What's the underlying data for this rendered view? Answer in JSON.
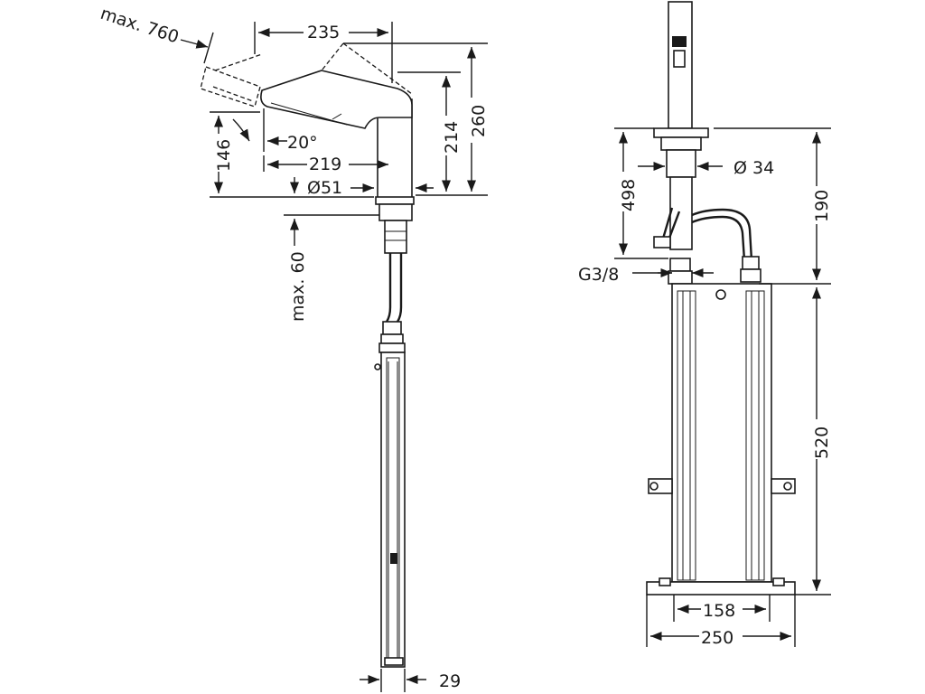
{
  "colors": {
    "line": "#1a1a1a",
    "background": "#ffffff"
  },
  "side_view": {
    "labels": {
      "max_pullout": "max. 760",
      "width_235": "235",
      "height_260": "260",
      "height_214": "214",
      "height_146": "146",
      "angle": "20°",
      "reach_219": "219",
      "diameter_51": "Ø51",
      "max_thickness": "max. 60",
      "width_29": "29"
    }
  },
  "front_view": {
    "labels": {
      "height_498": "498",
      "diameter_34": "Ø 34",
      "height_190": "190",
      "thread": "G3/8",
      "height_520": "520",
      "width_158": "158",
      "width_250": "250"
    }
  }
}
